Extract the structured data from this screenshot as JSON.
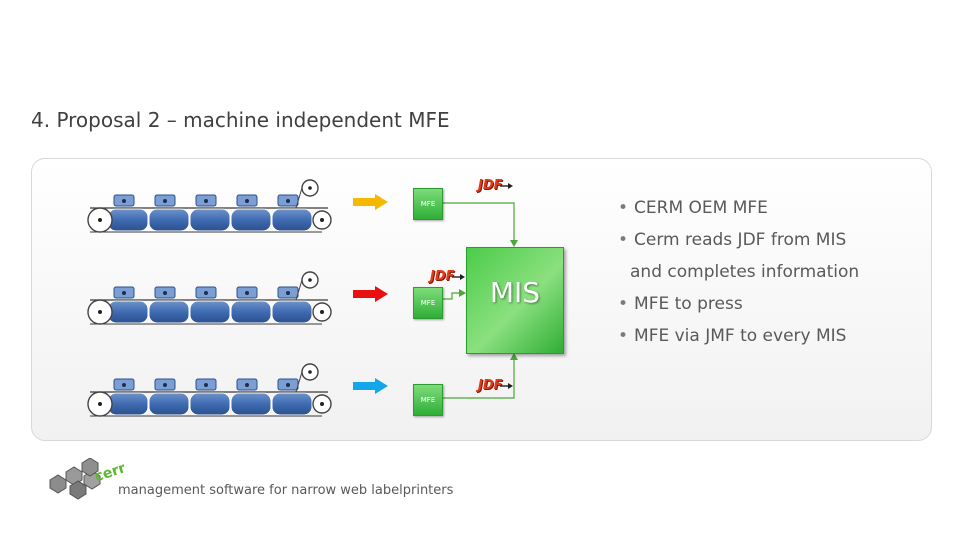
{
  "title": "4. Proposal 2 – machine independent MFE",
  "mfe_label": "MFE",
  "mis_label": "MIS",
  "jdf_label": "JDF",
  "bullets": [
    {
      "text": "CERM OEM MFE"
    },
    {
      "text": "Cerm reads JDF from MIS",
      "continuation": "and completes information"
    },
    {
      "text": "MFE to press"
    },
    {
      "text": "MFE via JMF to every MIS"
    }
  ],
  "arrow_colors": [
    "#f5b800",
    "#e81010",
    "#12a6ea"
  ],
  "footer": {
    "tagline": "management software for narrow web labelprinters",
    "logo_text": "cerm"
  }
}
